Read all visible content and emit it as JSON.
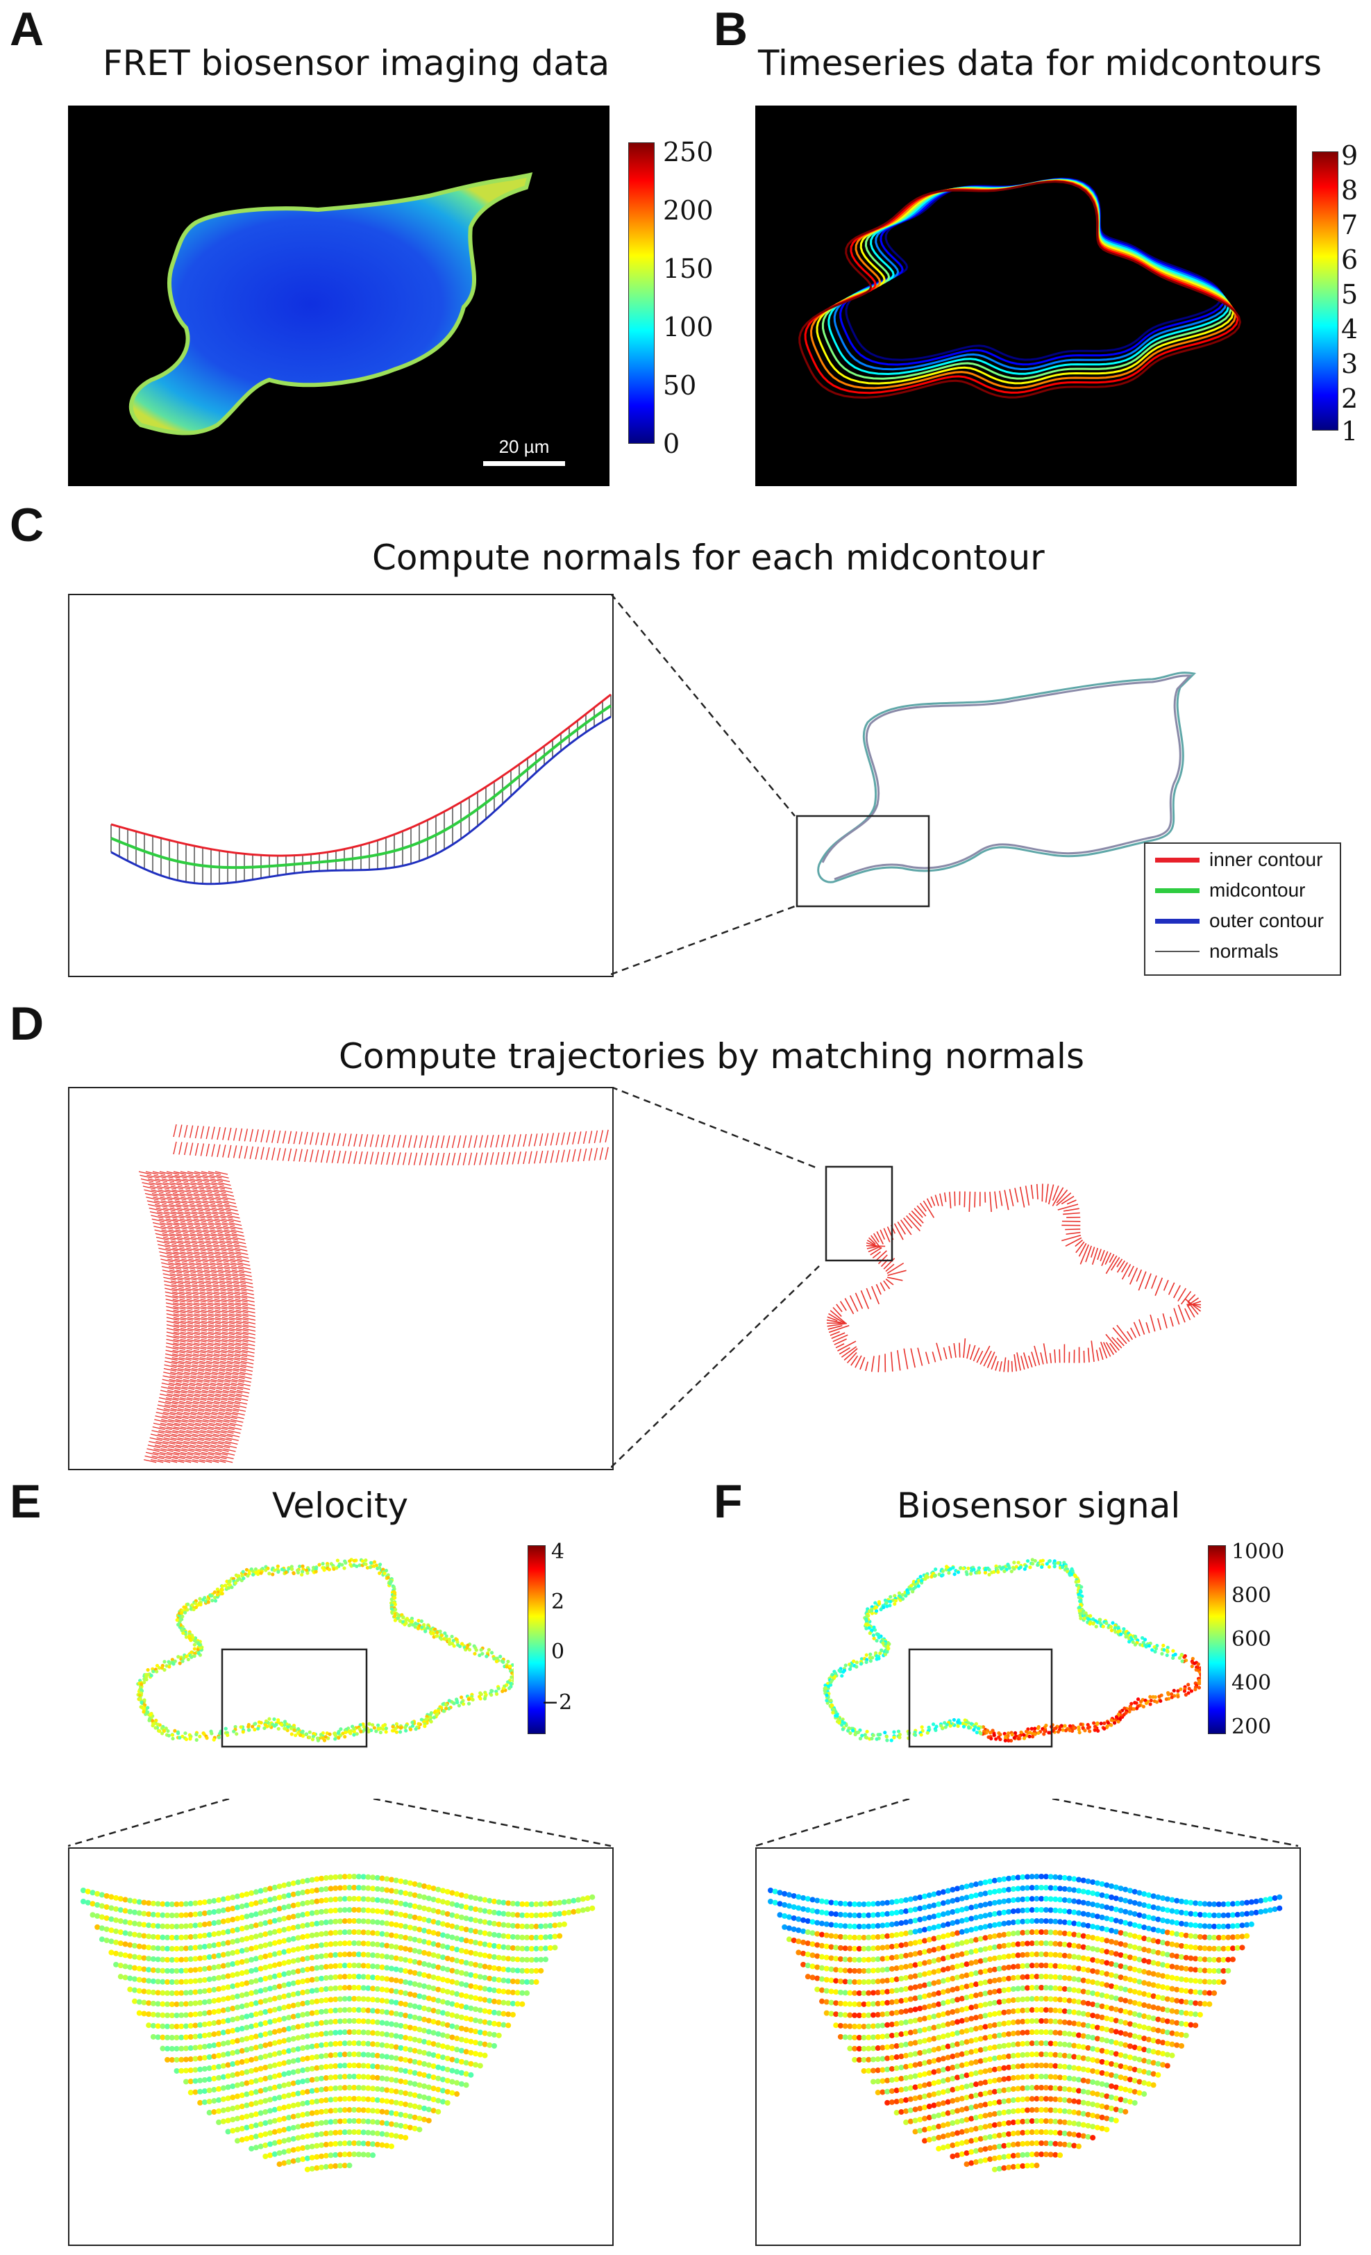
{
  "panels": {
    "A": {
      "letter": "A",
      "title": "FRET biosensor imaging data",
      "scalebar_label": "20 µm",
      "colorbar_ticks": [
        "250",
        "200",
        "150",
        "100",
        "50",
        "0"
      ]
    },
    "B": {
      "letter": "B",
      "title": "Timeseries data for midcontours",
      "colorbar_ticks": [
        "9",
        "8",
        "7",
        "6",
        "5",
        "4",
        "3",
        "2",
        "1"
      ]
    },
    "C": {
      "letter": "C",
      "title": "Compute normals for each midcontour",
      "legend": [
        {
          "label": "inner contour",
          "color": "#e8202a"
        },
        {
          "label": "midcontour",
          "color": "#2ecc40"
        },
        {
          "label": "outer contour",
          "color": "#1f2fbf"
        },
        {
          "label": "normals",
          "color": "#555555"
        }
      ]
    },
    "D": {
      "letter": "D",
      "title": "Compute trajectories by matching normals",
      "trajectory_color": "#e8302a"
    },
    "E": {
      "letter": "E",
      "title": "Velocity",
      "colorbar_ticks": [
        "4",
        "2",
        "0",
        "−2"
      ]
    },
    "F": {
      "letter": "F",
      "title": "Biosensor signal",
      "colorbar_ticks": [
        "1000",
        "800",
        "600",
        "400",
        "200"
      ]
    }
  },
  "colormap": "jet"
}
